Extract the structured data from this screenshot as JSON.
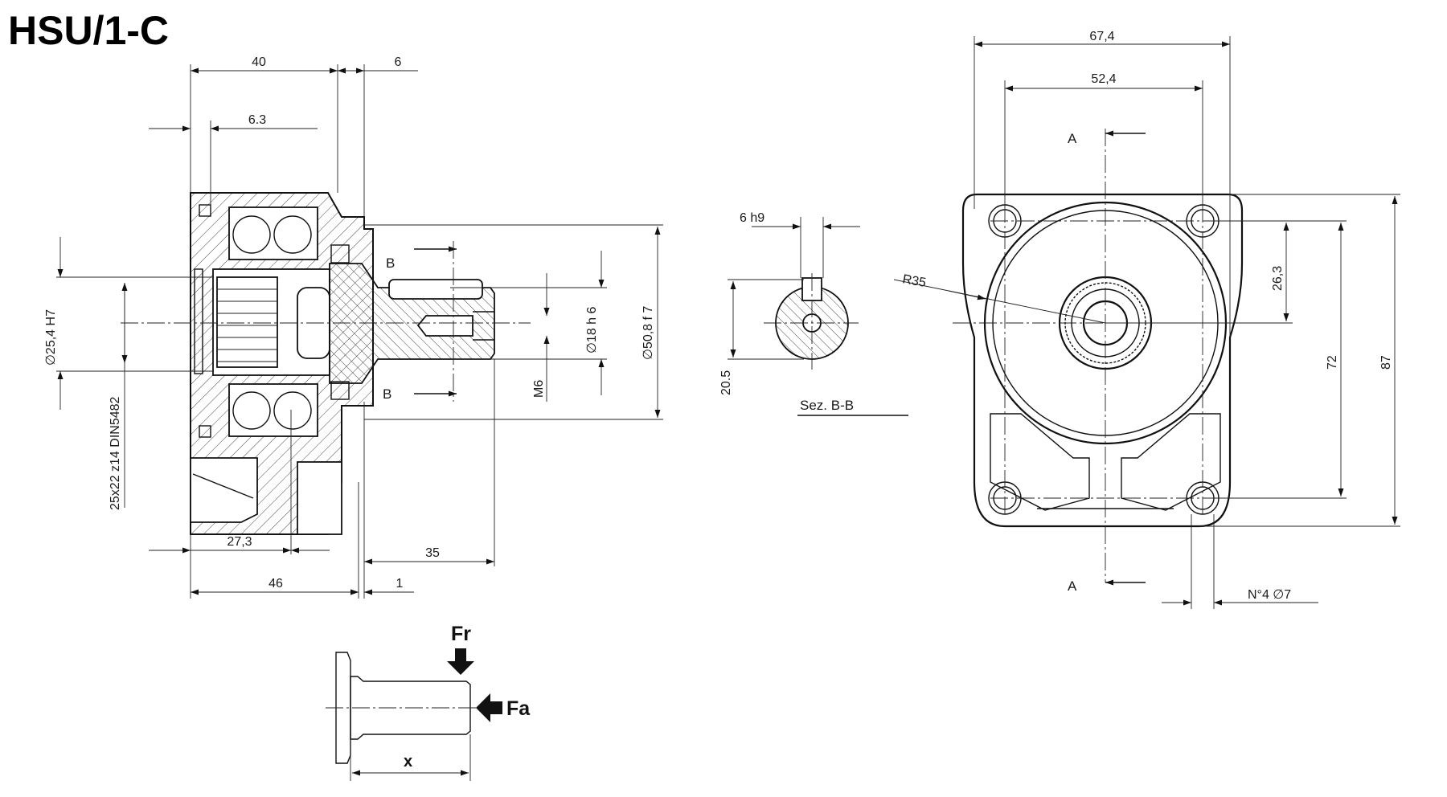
{
  "title": "HSU/1-C",
  "side_view": {
    "dims": {
      "d40": "40",
      "d6": "6",
      "d6_3": "6.3",
      "d27_3": "27,3",
      "d46": "46",
      "d35": "35",
      "d1": "1",
      "d25_4": "25,4 H7",
      "spline": "25x22  z14 DIN5482",
      "d18": "18 h 6",
      "d50_8": "50,8 f 7",
      "m6": "M6",
      "phi": "∅"
    },
    "section_mark": "B"
  },
  "section_view": {
    "key_width": "6 h9",
    "height": "20.5",
    "label": "Sez. B-B"
  },
  "front_view": {
    "dims": {
      "w67_4": "67,4",
      "w52_4": "52,4",
      "r35": "R35",
      "h26_3": "26,3",
      "h72": "72",
      "h87": "87",
      "holes": "N°4  ∅7"
    },
    "section_mark": "A"
  },
  "load_view": {
    "fr": "Fr",
    "fa": "Fa",
    "x": "x"
  }
}
